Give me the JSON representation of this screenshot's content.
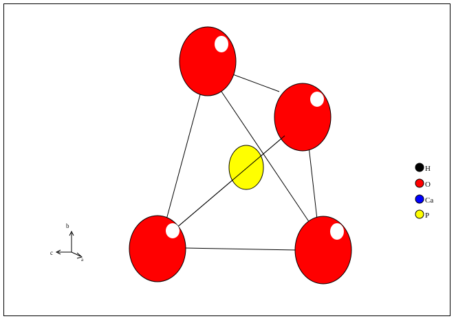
{
  "legend": {
    "items": [
      {
        "label": "H",
        "color": "#000000"
      },
      {
        "label": "O",
        "color": "#ff0000"
      },
      {
        "label": "Ca",
        "color": "#0000ff"
      },
      {
        "label": "P",
        "color": "#ffff00"
      }
    ]
  },
  "axes": {
    "b": "b",
    "c": "c",
    "a": "a"
  },
  "molecule": {
    "atoms": [
      {
        "element": "O",
        "color": "#ff0000"
      },
      {
        "element": "O",
        "color": "#ff0000"
      },
      {
        "element": "P",
        "color": "#ffff00"
      },
      {
        "element": "O",
        "color": "#ff0000"
      },
      {
        "element": "O",
        "color": "#ff0000"
      }
    ]
  }
}
